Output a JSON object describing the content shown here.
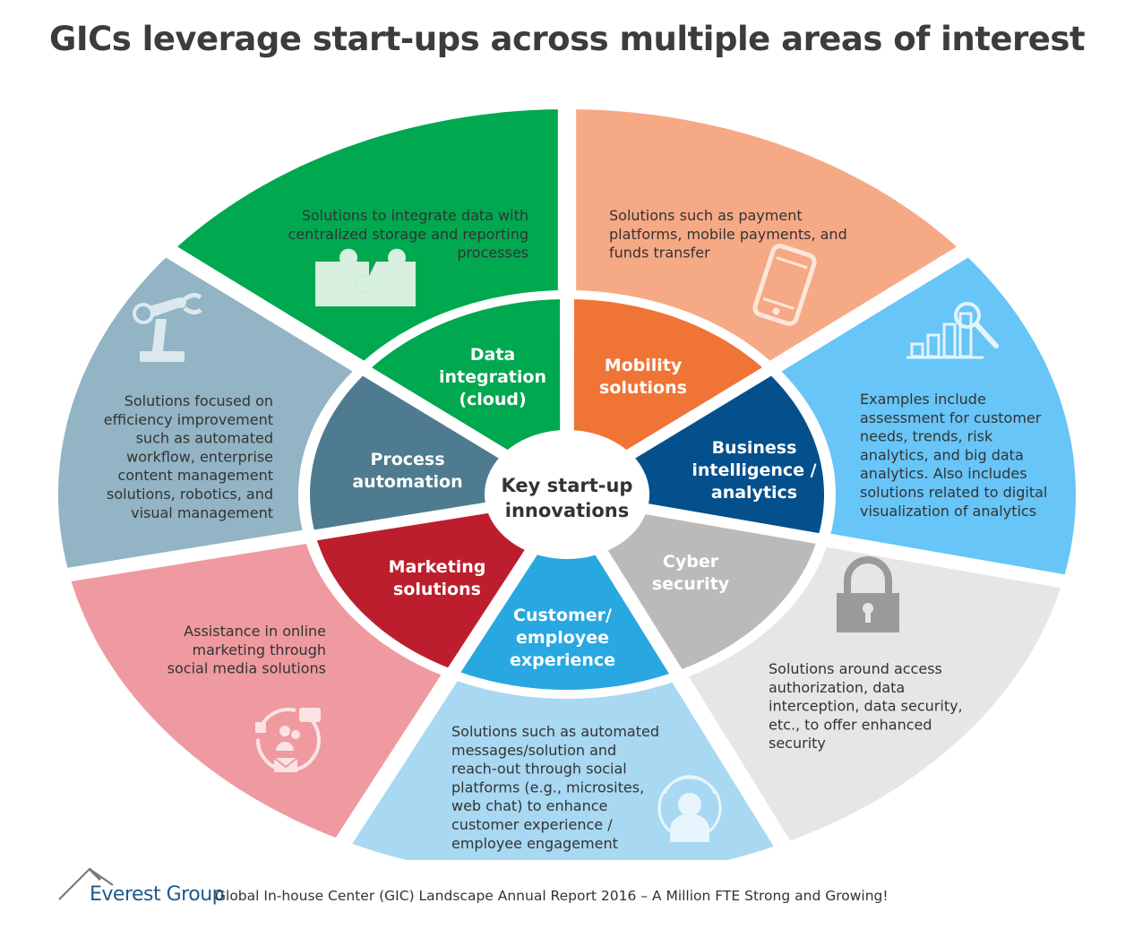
{
  "title": "GICs leverage start-ups across multiple areas of interest",
  "center": {
    "lines": [
      "Key start-up",
      "innovations"
    ]
  },
  "segments": [
    {
      "key": "data-integration",
      "inner_label": [
        "Data",
        "integration",
        "(cloud)"
      ],
      "description": [
        "Solutions to integrate data with",
        "centralized storage and reporting",
        "processes"
      ],
      "icon": "puzzle-icon",
      "inner_color": "#00a84f",
      "outer_color": "#00a84f"
    },
    {
      "key": "mobility",
      "inner_label": [
        "Mobility",
        "solutions"
      ],
      "description": [
        "Solutions such as payment",
        "platforms, mobile payments, and",
        "funds transfer"
      ],
      "icon": "smartphone-icon",
      "inner_color": "#f07435",
      "outer_color": "#f6a985"
    },
    {
      "key": "business-intelligence",
      "inner_label": [
        "Business",
        "intelligence /",
        "analytics"
      ],
      "description": [
        "Examples include",
        "assessment for customer",
        "needs, trends, risk",
        "analytics, and big data",
        "analytics. Also includes",
        "solutions related to digital",
        "visualization of analytics"
      ],
      "icon": "analytics-chart-icon",
      "inner_color": "#03508c",
      "outer_color": "#67c5f7"
    },
    {
      "key": "cyber-security",
      "inner_label": [
        "Cyber",
        "security"
      ],
      "description": [
        "Solutions around access",
        "authorization, data",
        "interception, data security,",
        "etc., to offer enhanced",
        "security"
      ],
      "icon": "padlock-icon",
      "inner_color": "#bababa",
      "outer_color": "#e6e6e6"
    },
    {
      "key": "customer-experience",
      "inner_label": [
        "Customer/",
        "employee",
        "experience"
      ],
      "description": [
        "Solutions such as automated",
        "messages/solution and",
        "reach-out through social",
        "platforms (e.g., microsites,",
        "web chat) to enhance",
        "customer experience /",
        "employee engagement"
      ],
      "icon": "user-broadcast-icon",
      "inner_color": "#29a7e0",
      "outer_color": "#a8d8f2"
    },
    {
      "key": "marketing",
      "inner_label": [
        "Marketing",
        "solutions"
      ],
      "description": [
        "Assistance in online",
        "marketing through",
        "social media solutions"
      ],
      "icon": "social-media-icon",
      "inner_color": "#bd1e2d",
      "outer_color": "#ee9aa0"
    },
    {
      "key": "process-automation",
      "inner_label": [
        "Process",
        "automation"
      ],
      "description": [
        "Solutions focused on",
        "efficiency improvement",
        "such as automated",
        "workflow, enterprise",
        "content management",
        "solutions, robotics, and",
        "visual management"
      ],
      "icon": "robot-arm-icon",
      "inner_color": "#4e7b8f",
      "outer_color": "#92b4c4"
    }
  ],
  "footer": {
    "brand": "Everest Group",
    "report": "Global In-house Center (GIC) Landscape Annual Report 2016 – A Million FTE Strong and Growing!"
  }
}
